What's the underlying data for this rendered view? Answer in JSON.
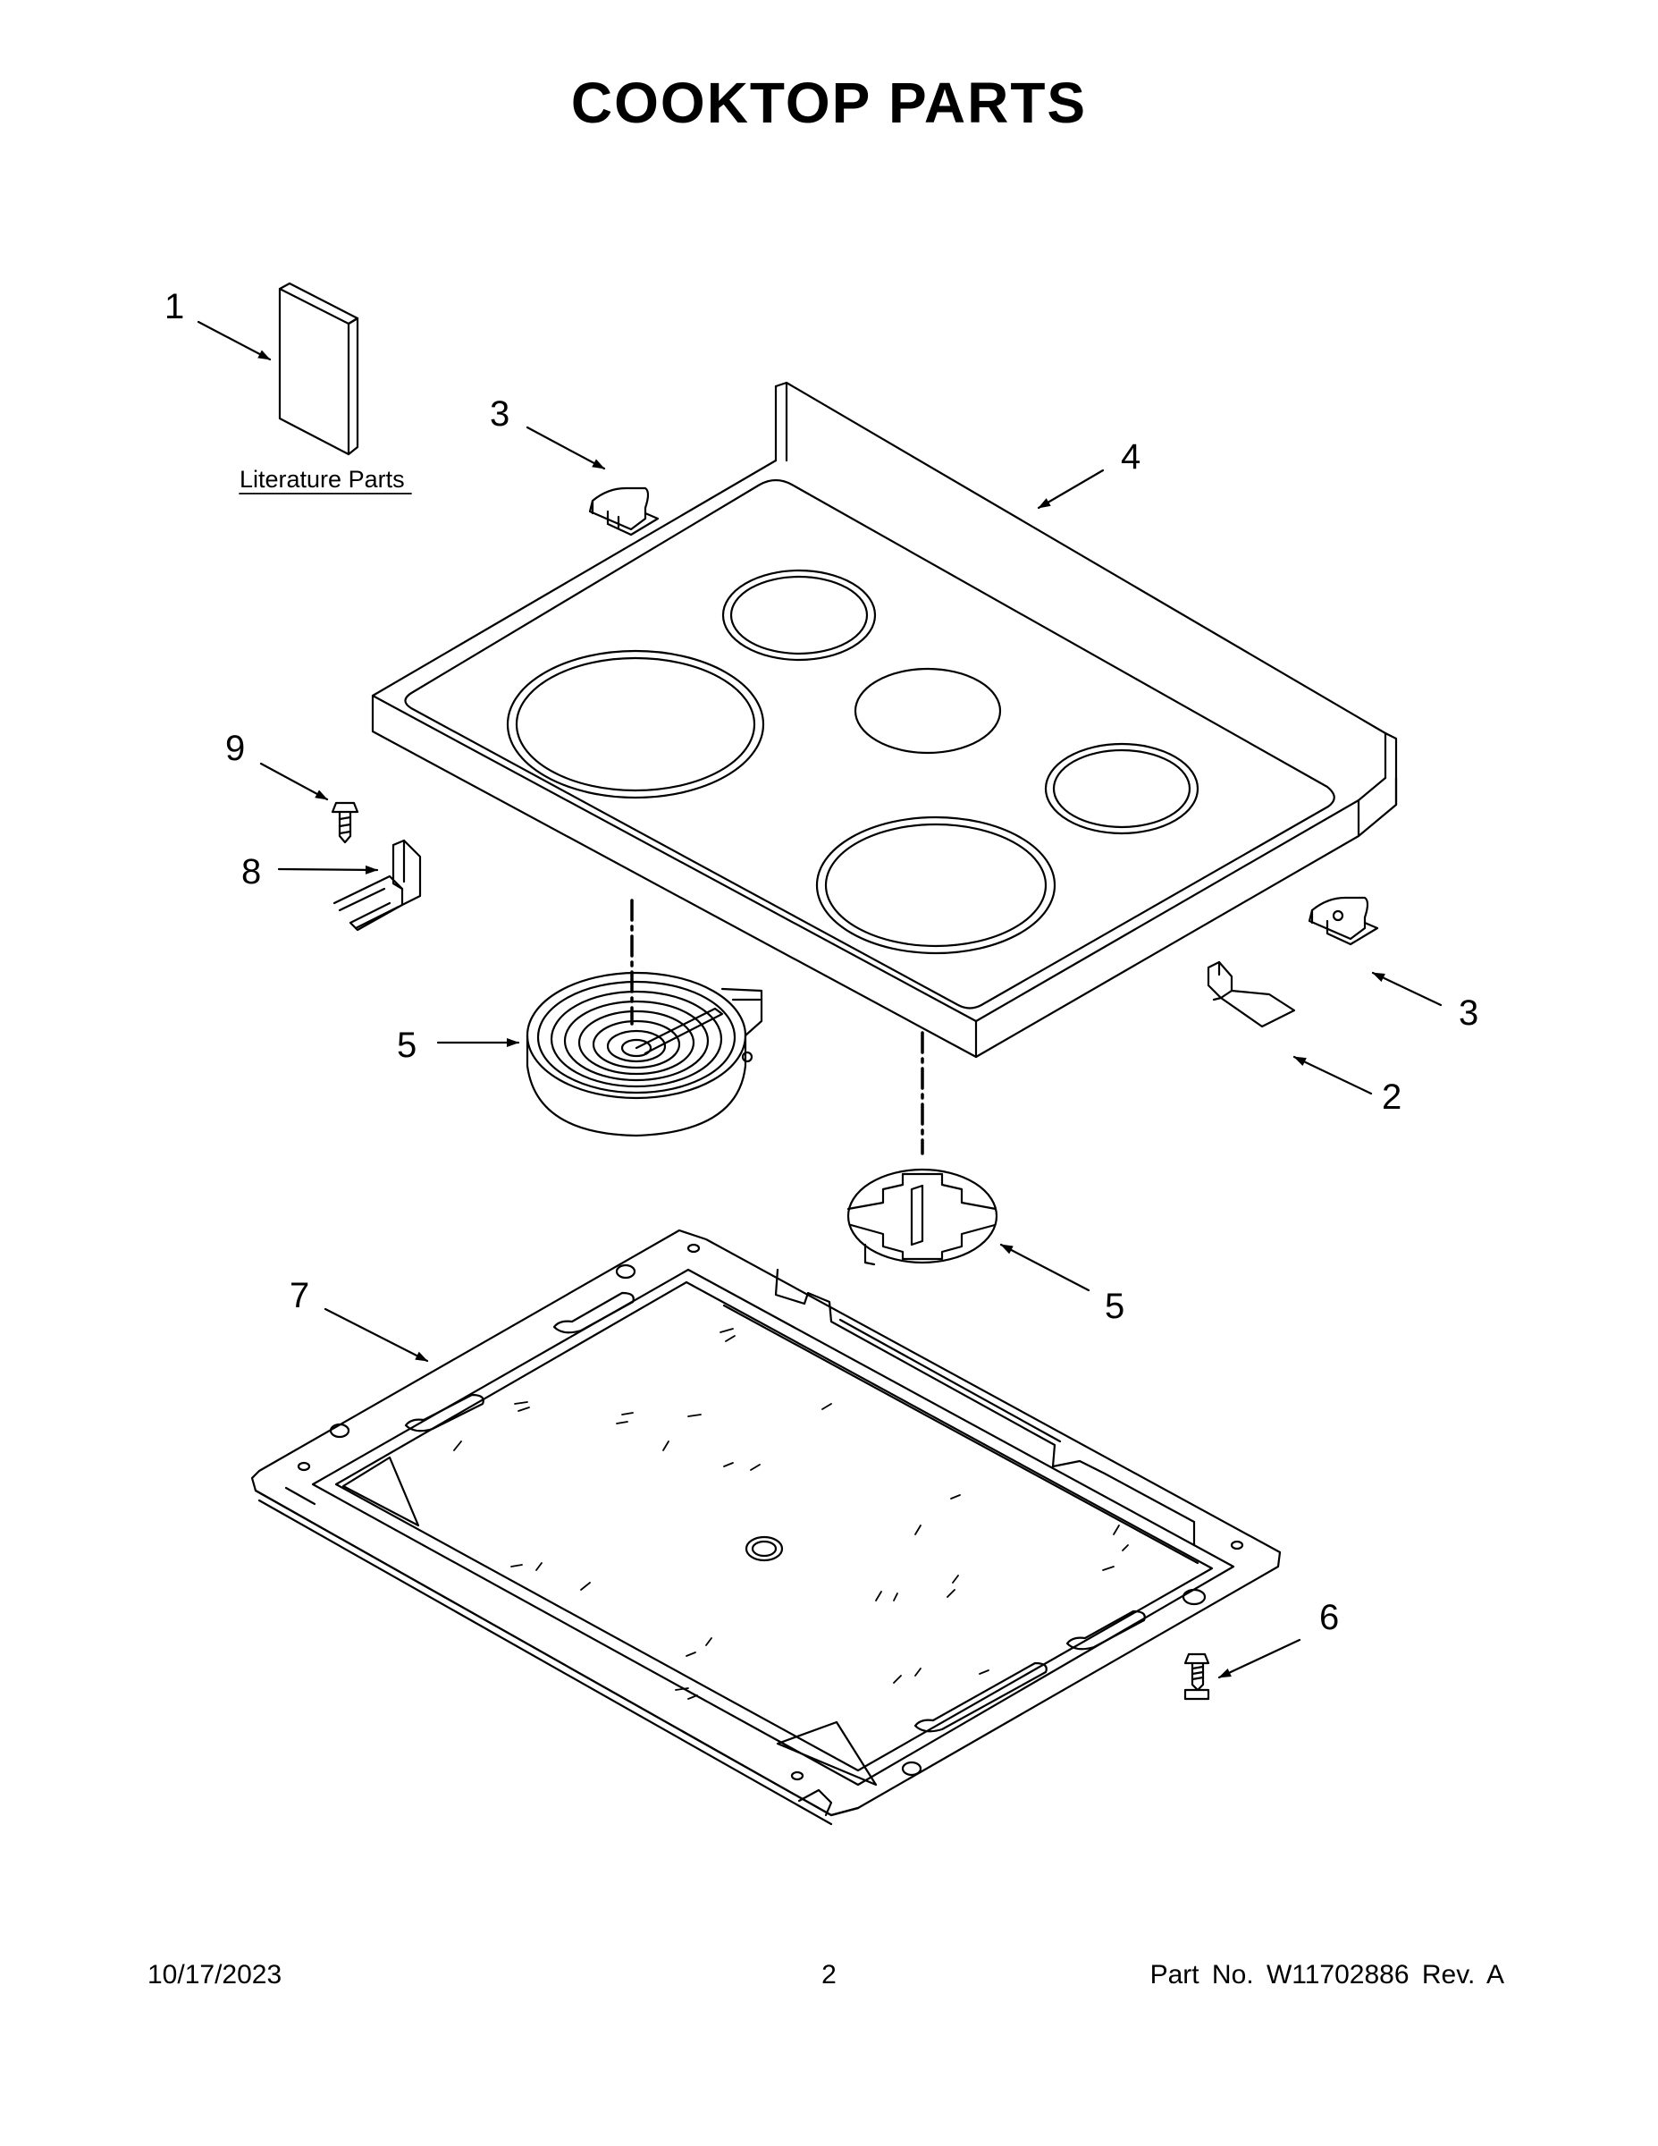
{
  "title": "COOKTOP PARTS",
  "literature_label": "Literature Parts",
  "callouts": {
    "c1": "1",
    "c2": "2",
    "c3a": "3",
    "c3b": "3",
    "c4": "4",
    "c5a": "5",
    "c5b": "5",
    "c6": "6",
    "c7": "7",
    "c8": "8",
    "c9": "9"
  },
  "footer": {
    "date": "10/17/2023",
    "page": "2",
    "part_no": "Part No.  W11702886  Rev.  A"
  },
  "colors": {
    "line": "#000000",
    "background": "#ffffff"
  }
}
